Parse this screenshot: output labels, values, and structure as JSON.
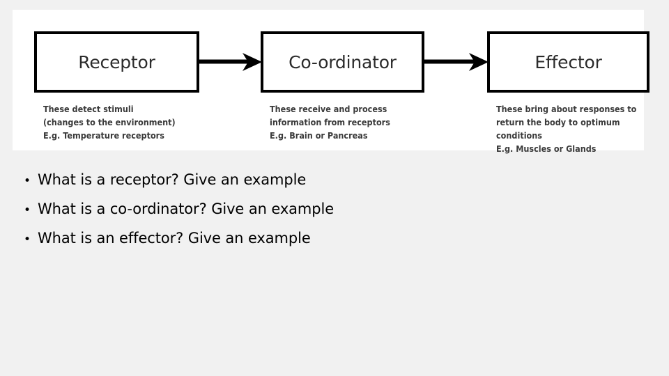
{
  "slide": {
    "background_color": "#f1f1f1",
    "panel_color": "#ffffff"
  },
  "diagram": {
    "type": "flow",
    "box_border_color": "#000000",
    "box_label_color": "#2b2b2b",
    "caption_color": "#3a3a3a",
    "stages": [
      {
        "label": "Receptor",
        "caption_lines": [
          "These detect stimuli",
          "(changes to the environment)",
          "E.g. Temperature receptors"
        ]
      },
      {
        "label": "Co-ordinator",
        "caption_lines": [
          "These receive and process",
          "information from receptors",
          "E.g. Brain or Pancreas"
        ]
      },
      {
        "label": "Effector",
        "caption_lines": [
          "These bring about responses to",
          "return the body to optimum",
          "conditions",
          "E.g. Muscles or Glands"
        ]
      }
    ],
    "connectors": [
      {
        "from": "Receptor",
        "to": "Co-ordinator",
        "icon": "arrow-right-icon"
      },
      {
        "from": "Co-ordinator",
        "to": "Effector",
        "icon": "arrow-right-icon"
      }
    ]
  },
  "questions": {
    "bullet_glyph": "•",
    "items": [
      "What is a receptor? Give an example",
      "What is a co-ordinator? Give an example",
      "What is an effector? Give an example"
    ]
  }
}
